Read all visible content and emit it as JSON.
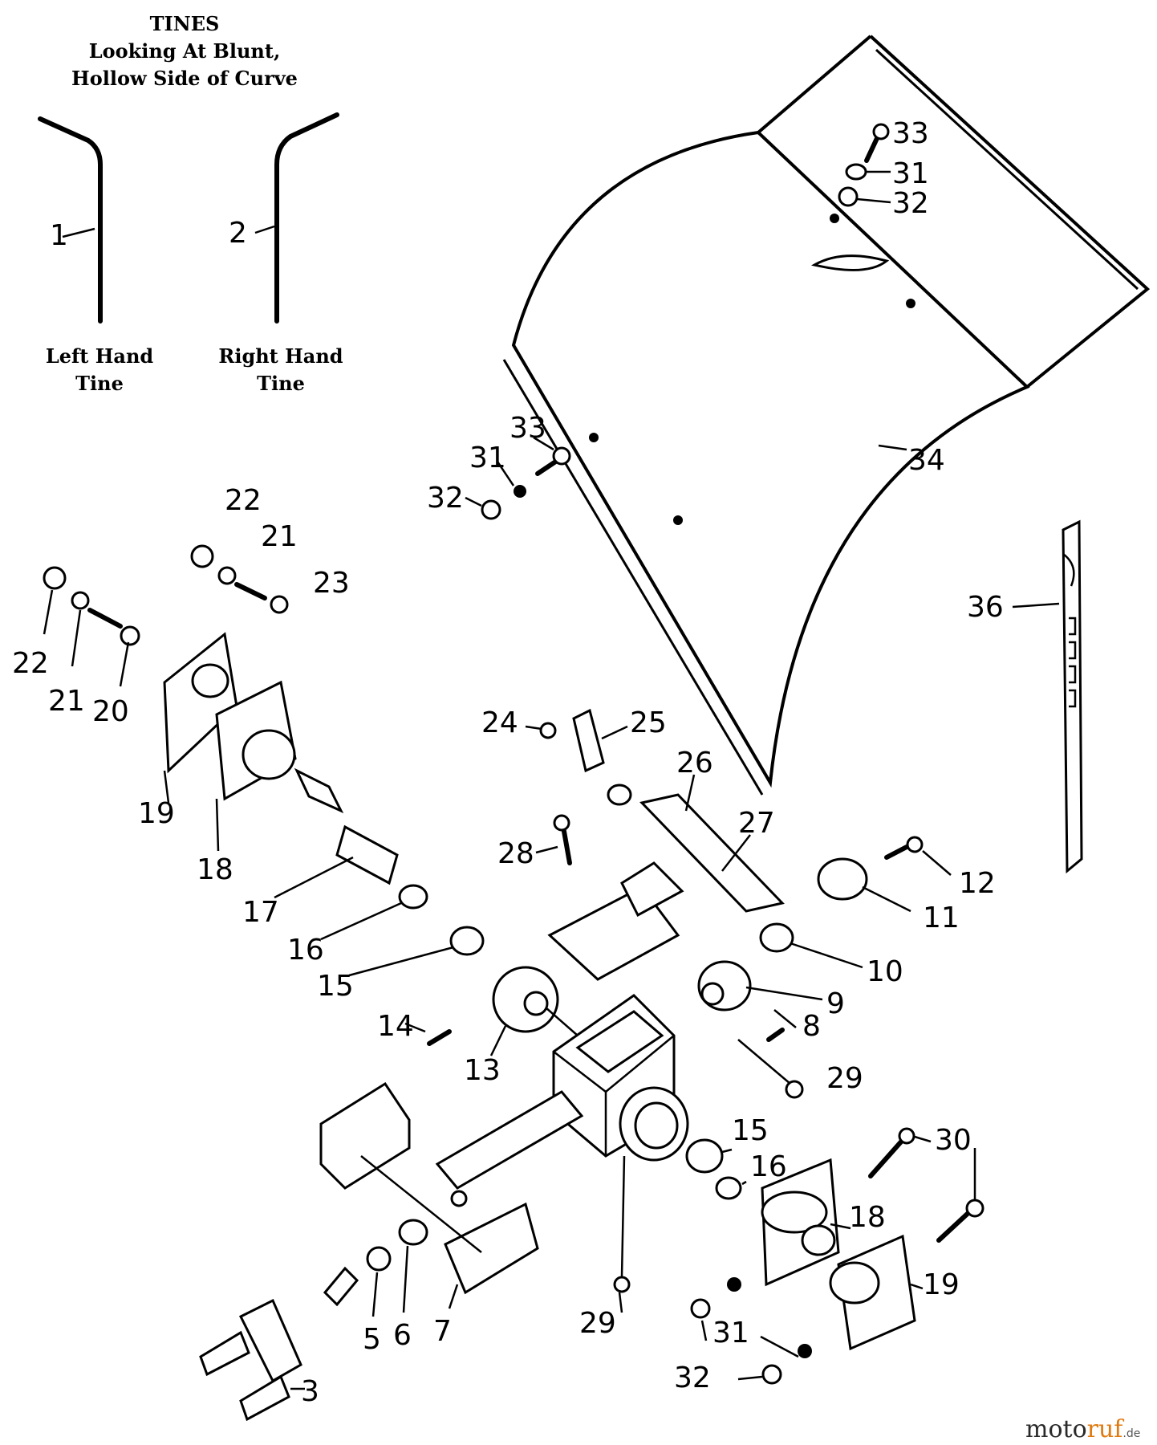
{
  "header": {
    "title": "TINES",
    "subtitle_line1": "Looking At Blunt,",
    "subtitle_line2": "Hollow Side of Curve"
  },
  "tines": {
    "left": {
      "number": "1",
      "label_line1": "Left Hand",
      "label_line2": "Tine"
    },
    "right": {
      "number": "2",
      "label_line1": "Right Hand",
      "label_line2": "Tine"
    }
  },
  "callouts": {
    "n3": "3",
    "n5": "5",
    "n6": "6",
    "n7": "7",
    "n8": "8",
    "n9": "9",
    "n10": "10",
    "n11": "11",
    "n12": "12",
    "n13": "13",
    "n14": "14",
    "n15": "15",
    "n16": "16",
    "n17": "17",
    "n18": "18",
    "n19": "19",
    "n20": "20",
    "n21": "21",
    "n22": "22",
    "n23": "23",
    "n24": "24",
    "n25": "25",
    "n26": "26",
    "n27": "27",
    "n28": "28",
    "n29": "29",
    "n30": "30",
    "n31": "31",
    "n32": "32",
    "n33": "33",
    "n34": "34",
    "n36": "36"
  },
  "watermark": {
    "part1": "moto",
    "part2": "ruf",
    "suffix": ".de"
  },
  "colors": {
    "ink": "#000000",
    "paper": "#ffffff",
    "brand_accent": "#e07a10"
  }
}
